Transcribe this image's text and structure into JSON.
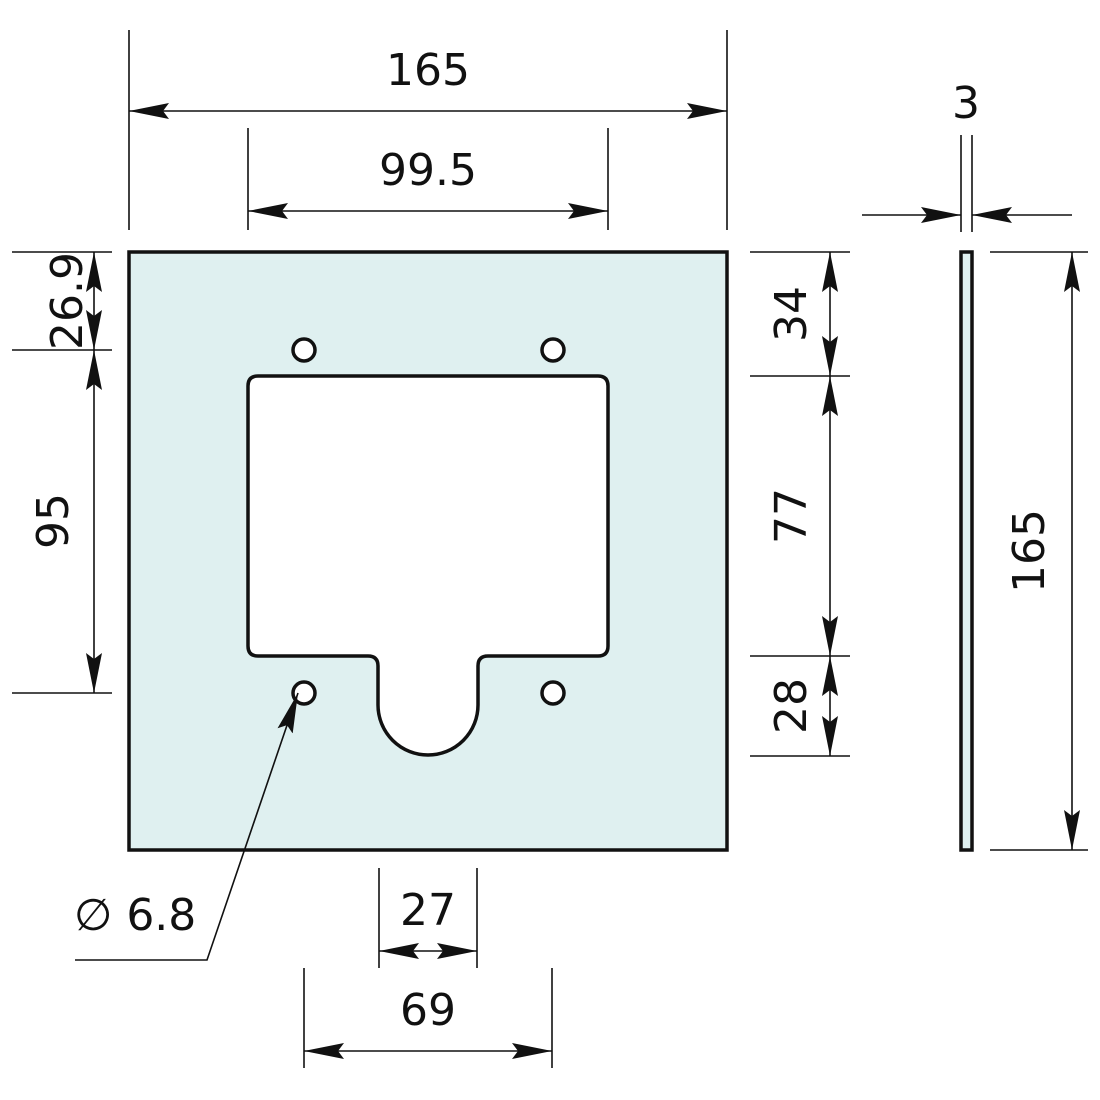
{
  "dimensions": {
    "overall_width": "165",
    "hole_spacing_x": "99.5",
    "thickness": "3",
    "top_to_hole": "26.9",
    "hole_spacing_y": "95",
    "top_to_cutout": "34",
    "cutout_height": "77",
    "notch_depth": "28",
    "overall_height": "165",
    "notch_width": "27",
    "bottom_extent": "69",
    "hole_diameter": "∅ 6.8"
  }
}
